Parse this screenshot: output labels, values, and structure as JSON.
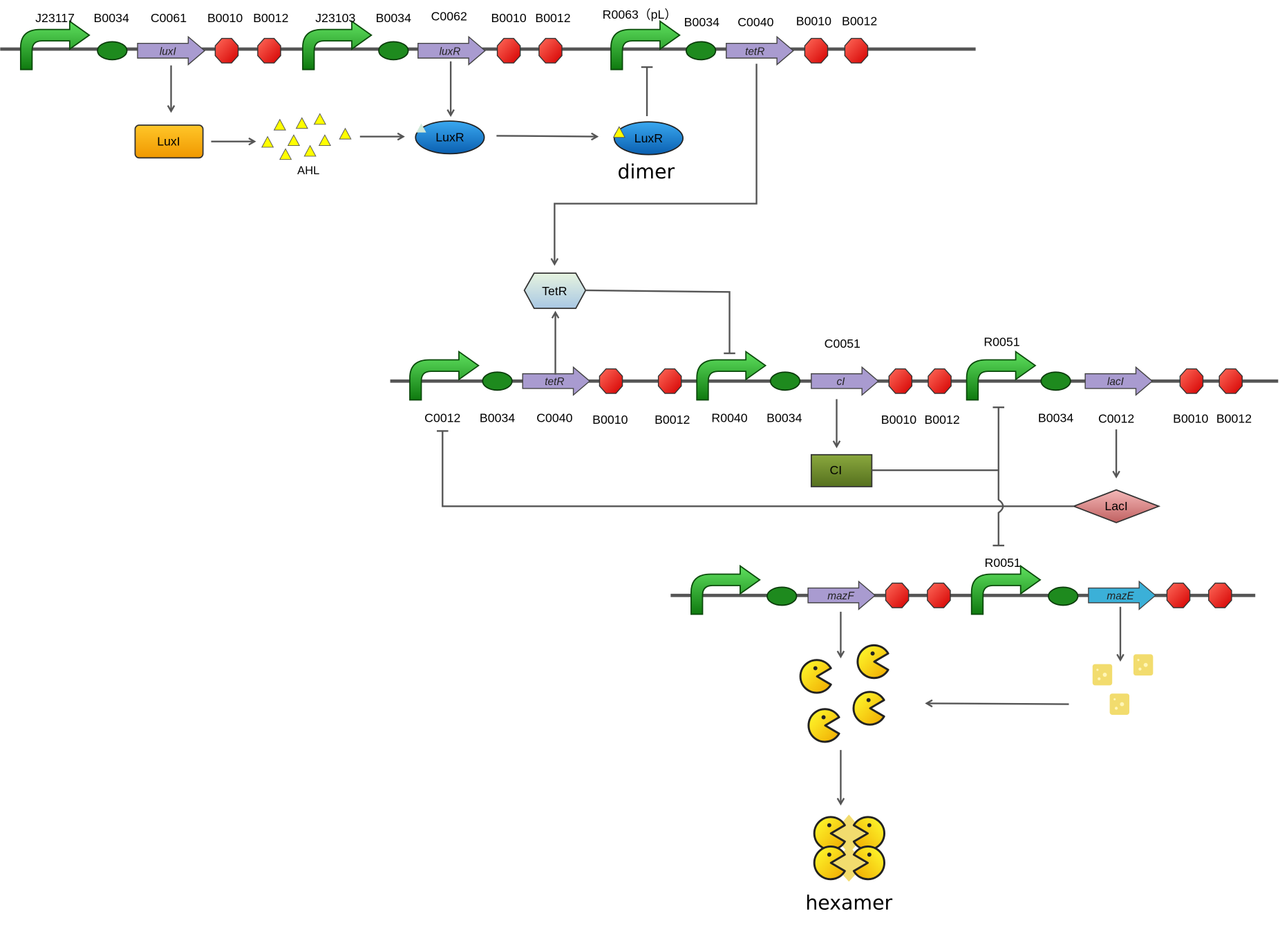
{
  "colors": {
    "promoter": "#1f9e1f",
    "rbs": "#1e8a1e",
    "cds": "#a99bd0",
    "cds_mazE": "#3bb0d8",
    "terminator": "#e8150f",
    "luxI": "#f5a90a",
    "luxR": "#1a7fd4",
    "tetR": "#cde6d6",
    "cI": "#6b8a2a",
    "lacI": "#d98a8a",
    "pacman": "#ffd21a",
    "cheese": "#f2dc6e"
  },
  "row1": {
    "labels": [
      "J23117",
      "B0034",
      "C0061",
      "B0010",
      "B0012",
      "J23103",
      "B0034",
      "C0062",
      "B0010",
      "B0012",
      "R0063（pL）",
      "B0034",
      "C0040",
      "B0010",
      "B0012"
    ],
    "genes": [
      "luxI",
      "luxR",
      "tetR"
    ],
    "luxI_protein": "LuxI",
    "ahl": "AHL",
    "luxR_protein": "LuxR",
    "luxR_dimer_protein": "LuxR",
    "dimer": "dimer"
  },
  "row2": {
    "labels": [
      "C0012",
      "B0034",
      "C0040",
      "B0010",
      "B0012",
      "R0040",
      "B0034",
      "C0051",
      "B0010",
      "B0012",
      "R0051",
      "B0034",
      "C0012",
      "B0010",
      "B0012"
    ],
    "genes": [
      "tetR",
      "cI",
      "lacI"
    ],
    "tetR_protein": "TetR",
    "cI_protein": "CI",
    "lacI_protein": "LacI"
  },
  "row3": {
    "labels": [
      "R0051"
    ],
    "genes": [
      "mazF",
      "mazE"
    ],
    "hexamer": "hexamer"
  }
}
